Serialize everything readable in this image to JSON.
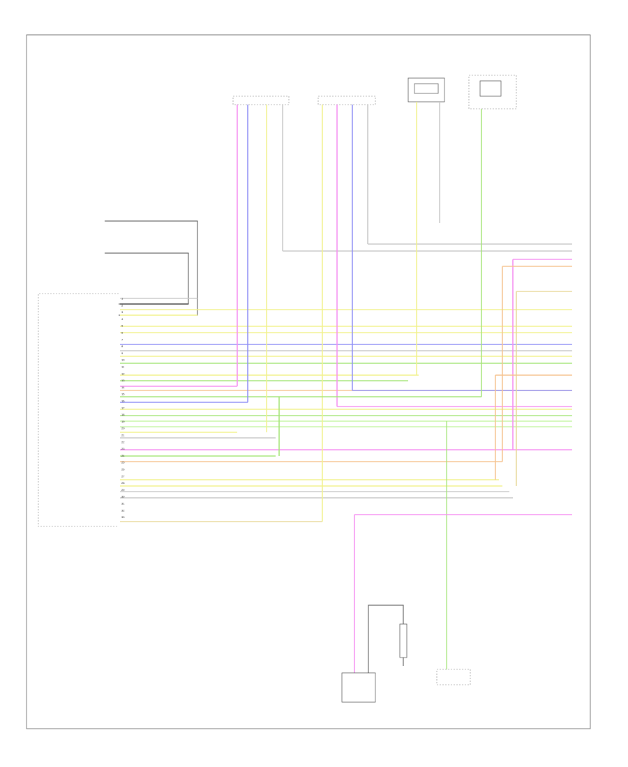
{
  "palette": {
    "yellow": "#f2f28c",
    "green": "#a6e57a",
    "pink": "#f58ff2",
    "blue": "#8f8ff5",
    "orange": "#f5c38f",
    "gray": "#c8c8c8",
    "dark": "#444444",
    "lightgreen": "#c9f5a8",
    "tan": "#e8d89a"
  },
  "ecm": {
    "pins": [
      "1",
      "2",
      "3",
      "4",
      "5",
      "6",
      "7",
      "8",
      "9",
      "10",
      "11",
      "12",
      "13",
      "14",
      "15",
      "16",
      "17",
      "18",
      "19",
      "20",
      "21",
      "22",
      "23",
      "24",
      "25",
      "26",
      "27",
      "28",
      "29",
      "30",
      "31",
      "32",
      "33"
    ]
  }
}
